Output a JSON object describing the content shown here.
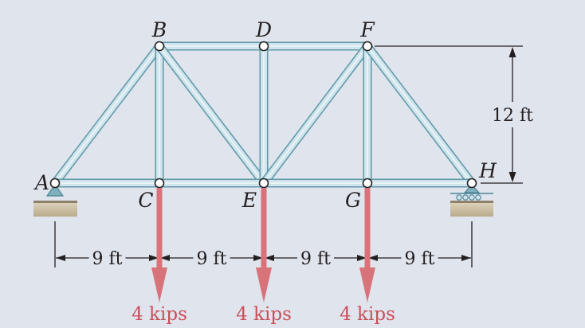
{
  "nodes": [
    {
      "id": "A",
      "label": "A"
    },
    {
      "id": "B",
      "label": "B"
    },
    {
      "id": "C",
      "label": "C"
    },
    {
      "id": "D",
      "label": "D"
    },
    {
      "id": "E",
      "label": "E"
    },
    {
      "id": "F",
      "label": "F"
    },
    {
      "id": "G",
      "label": "G"
    },
    {
      "id": "H",
      "label": "H"
    }
  ],
  "members": [
    [
      "A",
      "B"
    ],
    [
      "A",
      "C"
    ],
    [
      "B",
      "C"
    ],
    [
      "B",
      "D"
    ],
    [
      "B",
      "E"
    ],
    [
      "C",
      "E"
    ],
    [
      "D",
      "E"
    ],
    [
      "D",
      "F"
    ],
    [
      "E",
      "F"
    ],
    [
      "E",
      "G"
    ],
    [
      "F",
      "G"
    ],
    [
      "F",
      "H"
    ],
    [
      "G",
      "H"
    ]
  ],
  "supports": {
    "A": "pin",
    "H": "roller"
  },
  "dimensions": {
    "spans": [
      "9 ft",
      "9 ft",
      "9 ft",
      "9 ft"
    ],
    "height": "12 ft"
  },
  "loads": [
    {
      "node": "C",
      "label": "4 kips"
    },
    {
      "node": "E",
      "label": "4 kips"
    },
    {
      "node": "G",
      "label": "4 kips"
    }
  ],
  "colors": {
    "background": "#dfe4ed",
    "member_fill": "#cfe4ec",
    "member_edge": "#5f98a8",
    "load_arrow": "#d9737a",
    "load_text": "#c9505a",
    "ground": "#c4b79b"
  }
}
